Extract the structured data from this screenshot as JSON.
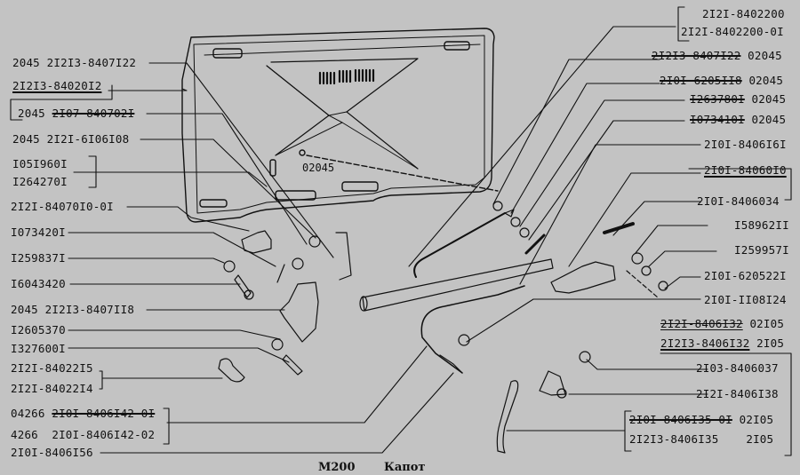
{
  "footer": {
    "model": "M200",
    "title": "Капот"
  },
  "drawing": {
    "callout_on_hood": "02045"
  },
  "left_labels": [
    {
      "prefix": "2045",
      "code": "2I2I3-8407I22",
      "strike": false,
      "under": false
    },
    {
      "prefix": "",
      "code": "2I2I3-84020I2",
      "strike": false,
      "under": true
    },
    {
      "prefix": "2045",
      "code": "2I07-840702I",
      "strike": true,
      "under": false
    },
    {
      "prefix": "2045",
      "code": "2I2I-6I06I08",
      "strike": false,
      "under": false
    },
    {
      "prefix": "",
      "code": "I05I960I",
      "strike": false,
      "under": false
    },
    {
      "prefix": "",
      "code": "I264270I",
      "strike": false,
      "under": false
    },
    {
      "prefix": "",
      "code": "2I2I-84070I0-0I",
      "strike": false,
      "under": false
    },
    {
      "prefix": "",
      "code": "I073420I",
      "strike": false,
      "under": false
    },
    {
      "prefix": "",
      "code": "I259837I",
      "strike": false,
      "under": false
    },
    {
      "prefix": "",
      "code": "I6043420",
      "strike": false,
      "under": false
    },
    {
      "prefix": "2045",
      "code": "2I2I3-8407II8",
      "strike": false,
      "under": false
    },
    {
      "prefix": "",
      "code": "I2605370",
      "strike": false,
      "under": false
    },
    {
      "prefix": "",
      "code": "I327600I",
      "strike": false,
      "under": false
    },
    {
      "prefix": "",
      "code": "2I2I-84022I5",
      "strike": false,
      "under": false
    },
    {
      "prefix": "",
      "code": "2I2I-84022I4",
      "strike": false,
      "under": false
    },
    {
      "prefix": "04266",
      "code": "2I0I-8406I42-0I",
      "strike": true,
      "under": false
    },
    {
      "prefix": "4266",
      "code": "2I0I-8406I42-02",
      "strike": false,
      "under": false
    },
    {
      "prefix": "",
      "code": "2I0I-8406I56",
      "strike": false,
      "under": false
    }
  ],
  "right_labels": [
    {
      "code": "2I2I-8402200",
      "suffix": "",
      "strike": false,
      "under": false
    },
    {
      "code": "2I2I-8402200-0I",
      "suffix": "",
      "strike": false,
      "under": false
    },
    {
      "code": "2I2I3-8407I22",
      "suffix": "02045",
      "strike": true,
      "under": false
    },
    {
      "code": "2I0I-6205II8",
      "suffix": "02045",
      "strike": true,
      "under": false
    },
    {
      "code": "I263780I",
      "suffix": "02045",
      "strike": true,
      "under": false
    },
    {
      "code": "I073410I",
      "suffix": "02045",
      "strike": true,
      "under": false
    },
    {
      "code": "2I0I-8406I6I",
      "suffix": "",
      "strike": false,
      "under": false
    },
    {
      "code": "2I0I-84060I0",
      "suffix": "",
      "strike": false,
      "under": true
    },
    {
      "code": "2I0I-8406034",
      "suffix": "",
      "strike": false,
      "under": false
    },
    {
      "code": "I58962II",
      "suffix": "",
      "strike": false,
      "under": false
    },
    {
      "code": "I259957I",
      "suffix": "",
      "strike": false,
      "under": false
    },
    {
      "code": "2I0I-620522I",
      "suffix": "",
      "strike": false,
      "under": false
    },
    {
      "code": "2I0I-II08I24",
      "suffix": "",
      "strike": false,
      "under": false
    },
    {
      "code": "2I2I-8406I32",
      "suffix": "02I05",
      "strike": true,
      "under": true
    },
    {
      "code": "2I2I3-8406I32",
      "suffix": "2I05",
      "strike": false,
      "under": true
    },
    {
      "code": "2I03-8406037",
      "suffix": "",
      "strike": false,
      "under": false
    },
    {
      "code": "2I2I-8406I38",
      "suffix": "",
      "strike": false,
      "under": false
    },
    {
      "code": "2I0I-8406I35-0I",
      "suffix": "02I05",
      "strike": true,
      "under": false
    },
    {
      "code": "2I2I3-8406I35",
      "suffix": "   2I05",
      "strike": false,
      "under": false
    }
  ]
}
